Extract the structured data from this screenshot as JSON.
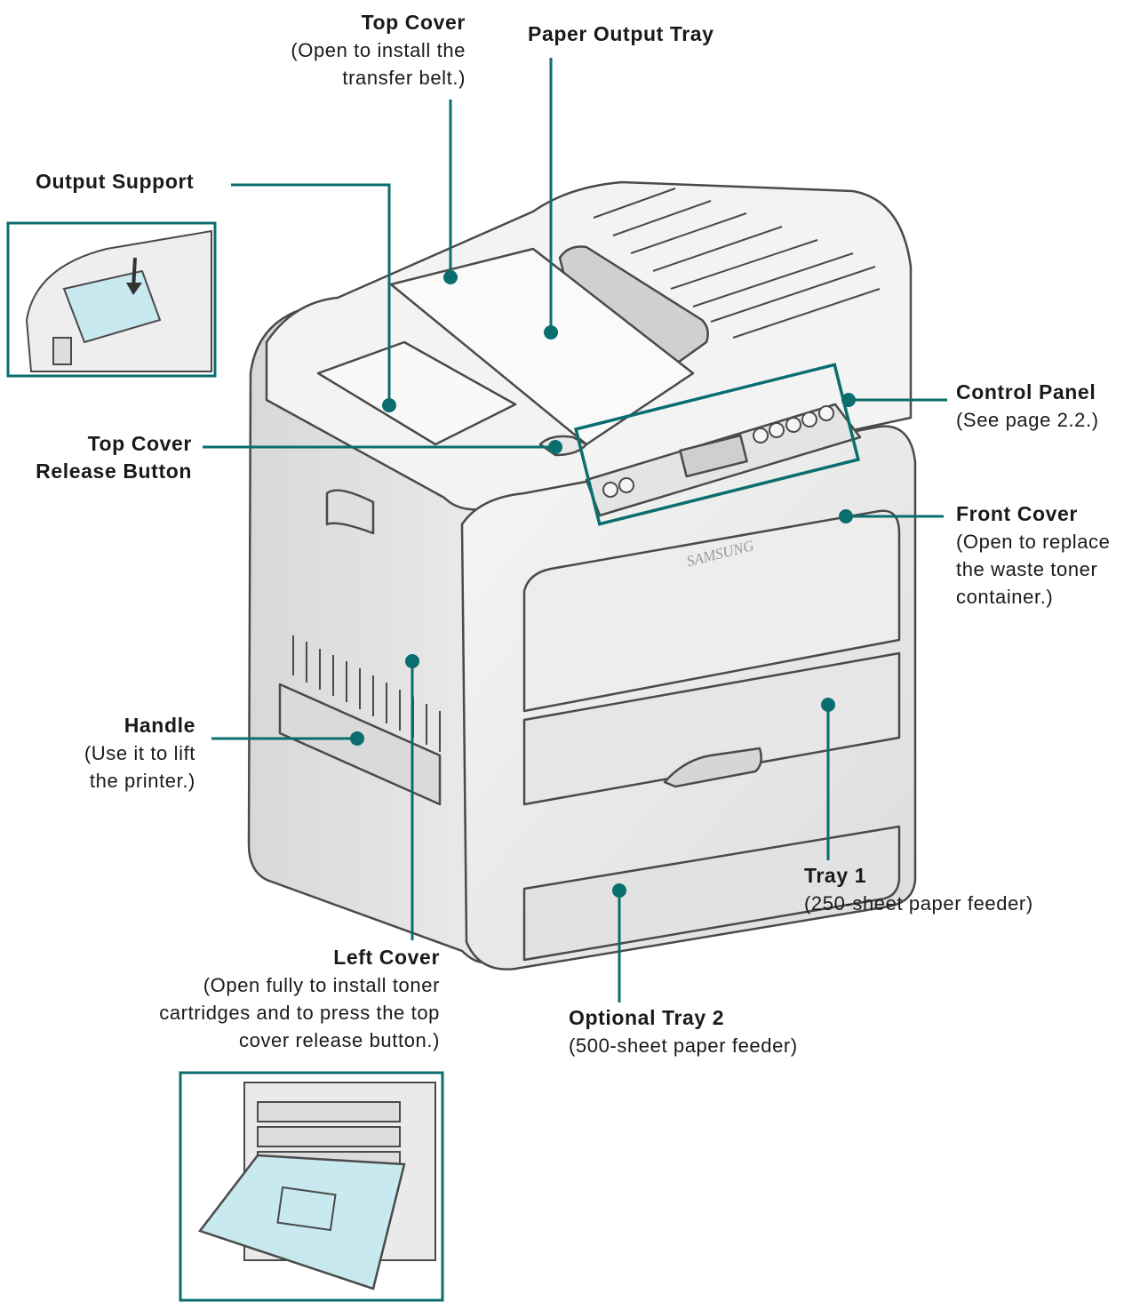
{
  "labels": {
    "top_cover": {
      "title": "Top Cover",
      "desc": [
        "(Open to install the",
        "transfer belt.)"
      ]
    },
    "paper_output_tray": {
      "title": "Paper Output Tray"
    },
    "output_support": {
      "title": "Output Support"
    },
    "control_panel": {
      "title": "Control Panel",
      "desc": [
        "(See page 2.2.)"
      ]
    },
    "top_cover_release": {
      "title": [
        "Top Cover",
        "Release Button"
      ]
    },
    "front_cover": {
      "title": "Front Cover",
      "desc": [
        "(Open to replace",
        "the waste toner",
        "container.)"
      ]
    },
    "handle": {
      "title": "Handle",
      "desc": [
        "(Use it to lift",
        "the printer.)"
      ]
    },
    "tray1": {
      "title": "Tray 1",
      "desc": [
        "(250-sheet paper feeder)"
      ]
    },
    "left_cover": {
      "title": "Left Cover",
      "desc": [
        "(Open fully to install toner",
        "cartridges and to press the top",
        "cover release button.)"
      ]
    },
    "optional_tray2": {
      "title": "Optional Tray 2",
      "desc": [
        "(500-sheet paper feeder)"
      ]
    }
  },
  "brand": "SAMSUNG",
  "colors": {
    "callout": "#0a6e6e",
    "outline": "#4a4a4a",
    "body": "#ececec",
    "highlight": "#c7e9ef"
  }
}
